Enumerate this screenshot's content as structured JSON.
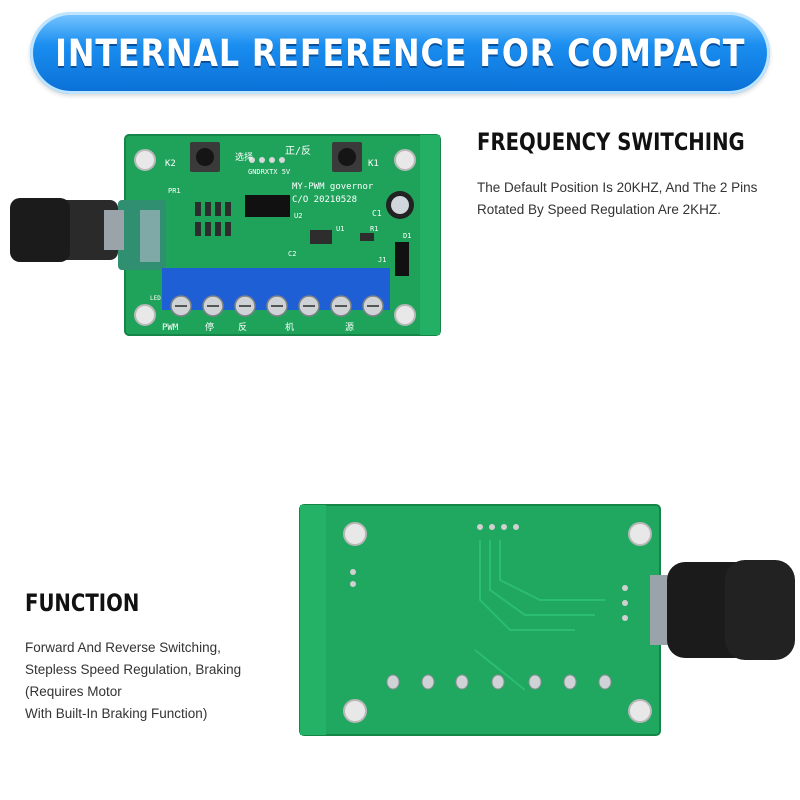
{
  "banner": {
    "title": "INTERNAL REFERENCE FOR COMPACT"
  },
  "frequency": {
    "heading": "FREQUENCY SWITCHING",
    "line1": "The Default Position Is 20KHZ, And The 2 Pins",
    "line2": "Rotated By Speed Regulation Are 2KHZ."
  },
  "function": {
    "heading": "FUNCTION",
    "line1": "Forward And Reverse Switching,",
    "line2": "Stepless Speed Regulation, Braking",
    "line3": "(Requires Motor",
    "line4": "With Built-In Braking Function)"
  },
  "board_front": {
    "k2": "K2",
    "k1": "K1",
    "pr1": "PR1",
    "u2": "U2",
    "model": "MY-PWM governor",
    "date": "C/O 20210528",
    "header_pins": "GNDRXTX 5V",
    "cn_top1": "正/反",
    "cn_top2": "选择",
    "c1": "C1",
    "u1": "U1",
    "r1": "R1",
    "d1": "D1",
    "j1": "J1",
    "c2": "C2",
    "led": "LED",
    "terminal_labels": [
      "PWM",
      "停",
      "反",
      "机",
      "源"
    ]
  },
  "colors": {
    "banner": "#1a8ef0",
    "pcb": "#1fa35b",
    "terminal": "#1f5fd6",
    "knob": "#1b1b1b"
  }
}
